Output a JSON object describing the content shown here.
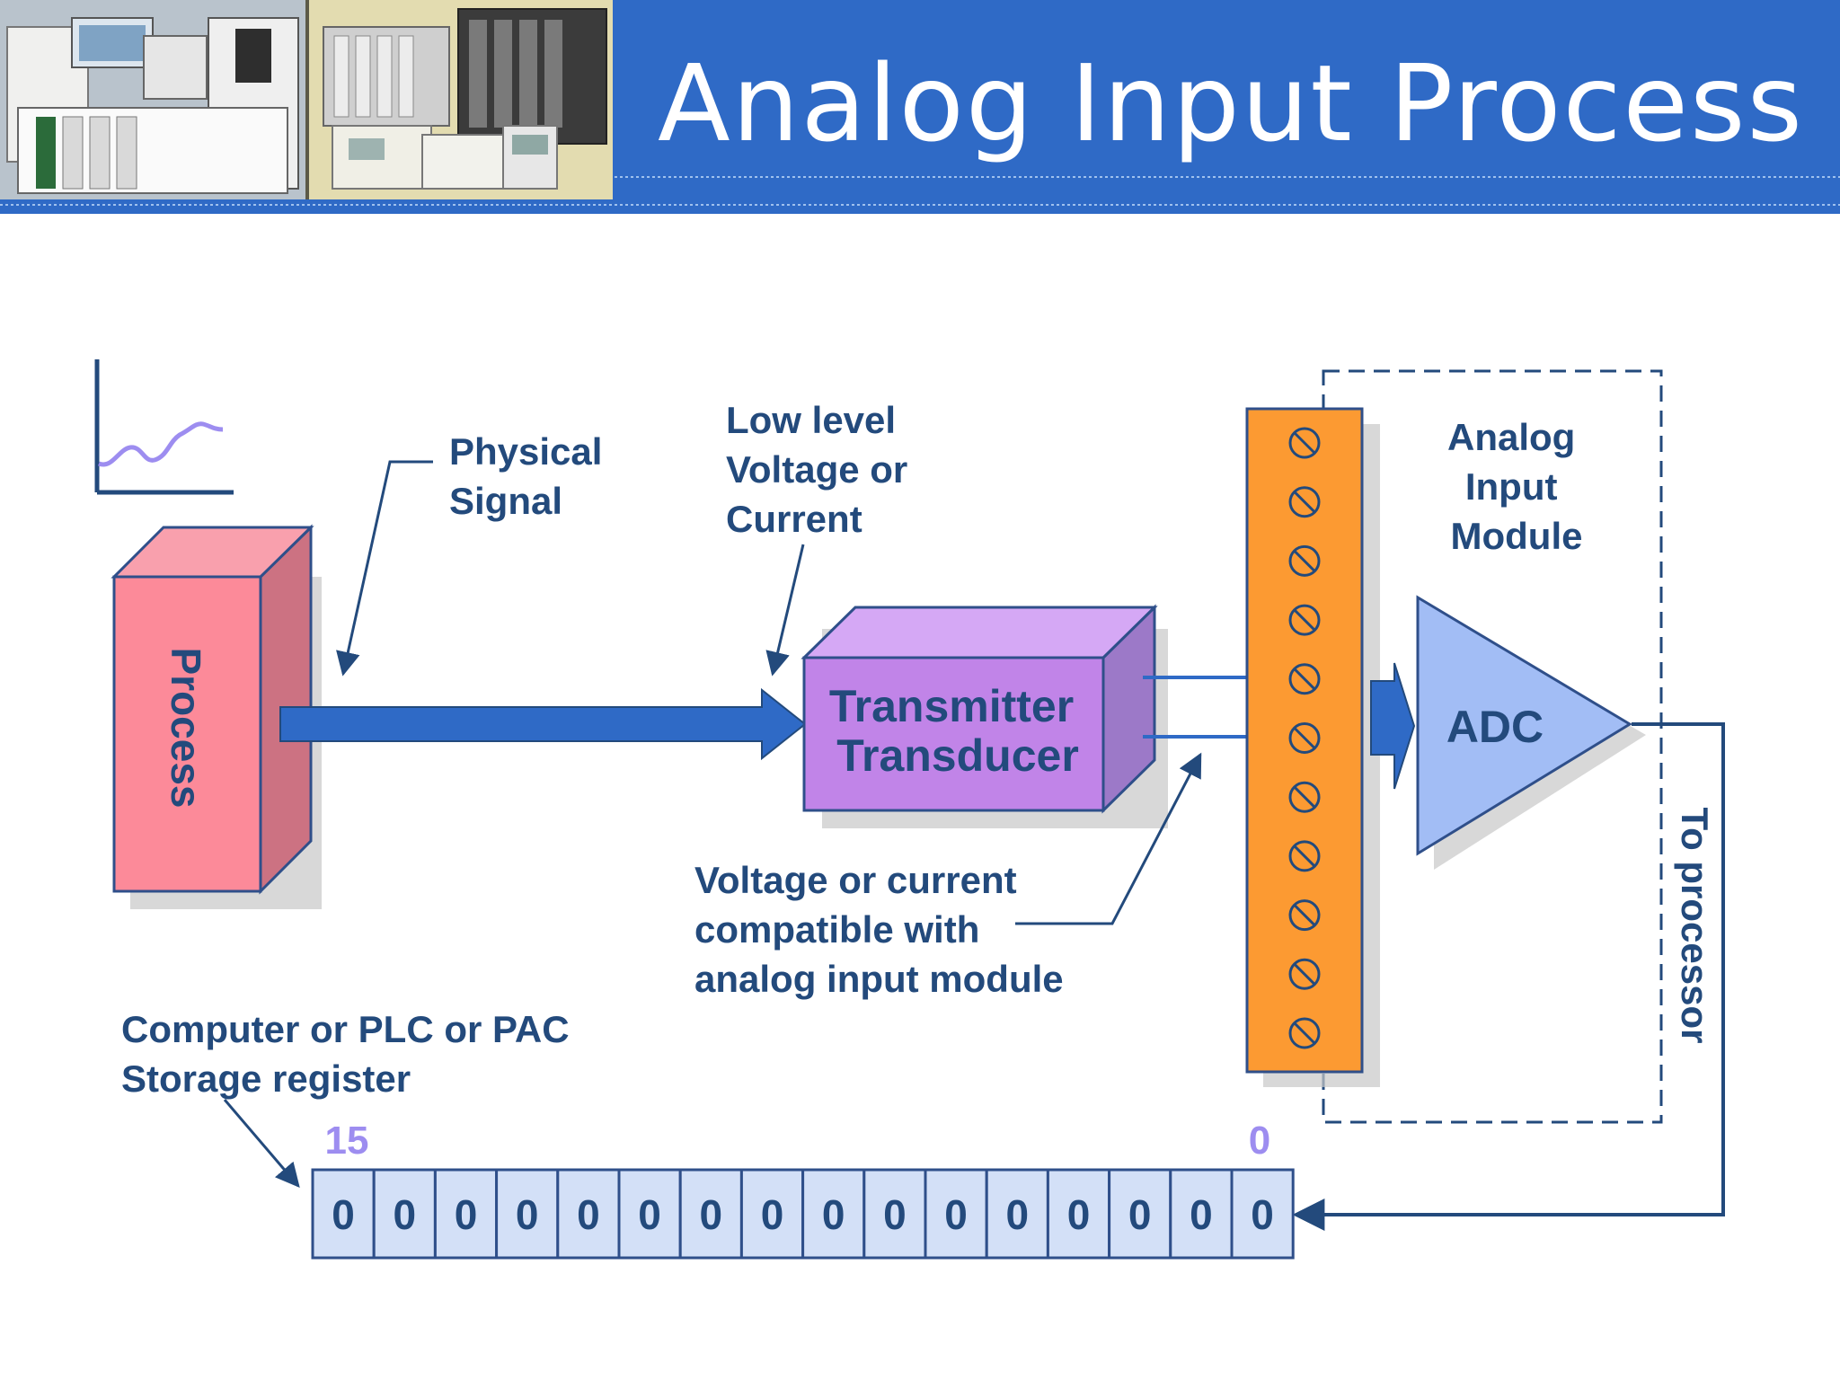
{
  "slide": {
    "title": "Analog Input Process",
    "colors": {
      "banner": "#2f6ac6",
      "label_text": "#234a7c",
      "process_box": "#fc8a99",
      "transmitter_box": "#c184e8",
      "terminal_strip": "#fc9a32",
      "adc": "#a2bdf5",
      "register_cell": "#d3e0f7",
      "bit_index": "#9d8df0",
      "trend_line": "#9d8df0"
    }
  },
  "diagram": {
    "process_label": "Process",
    "physical_signal": [
      "Physical",
      "Signal"
    ],
    "low_level": [
      "Low level",
      "Voltage or",
      "Current"
    ],
    "transmitter": [
      "Transmitter",
      "Transducer"
    ],
    "compatible": [
      "Voltage or current",
      "compatible with",
      "analog input module"
    ],
    "module_title": [
      "Analog",
      "Input",
      "Module"
    ],
    "adc_label": "ADC",
    "to_processor": "To processor",
    "register_caption": [
      "Computer or PLC or PAC",
      "Storage register"
    ],
    "bit_high": "15",
    "bit_low": "0",
    "register_bits": [
      "0",
      "0",
      "0",
      "0",
      "0",
      "0",
      "0",
      "0",
      "0",
      "0",
      "0",
      "0",
      "0",
      "0",
      "0",
      "0"
    ]
  }
}
